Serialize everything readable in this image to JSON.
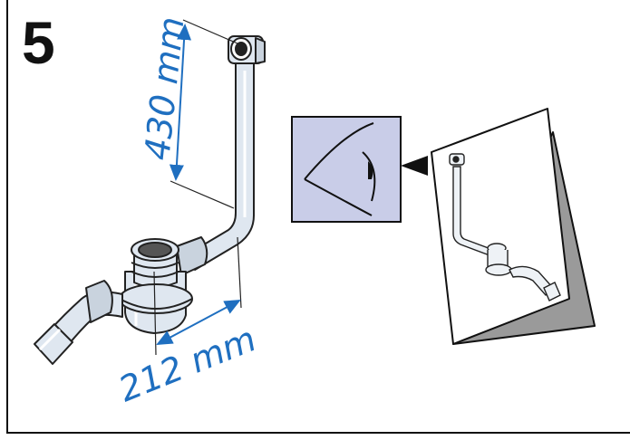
{
  "step": {
    "number": "5"
  },
  "dimensions": {
    "vertical": {
      "label": "430 mm"
    },
    "horizontal": {
      "label": "212 mm"
    }
  },
  "colors": {
    "dimension": "#1f6fc0",
    "pipe_fill": "#dfe7f0",
    "pipe_stroke": "#222222",
    "eye_panel": "#c9cde8",
    "manual_shadow": "#9a9a9a"
  },
  "icons": [
    "eye-icon",
    "arrow-right-icon",
    "manual-icon"
  ]
}
